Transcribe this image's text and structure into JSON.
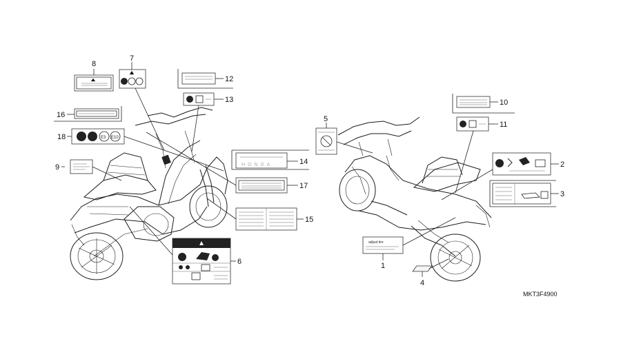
{
  "diagram_code": "MKT3F4900",
  "callouts": {
    "c1": "1",
    "c2": "2",
    "c3": "3",
    "c4": "4",
    "c5": "5",
    "c6": "6",
    "c7": "7",
    "c8": "8",
    "c9": "9",
    "c10": "10",
    "c11": "11",
    "c12": "12",
    "c13": "13",
    "c14": "14",
    "c15": "15",
    "c16": "16",
    "c17": "17",
    "c18": "18"
  },
  "label_text": {
    "label18_e3": "E3",
    "label18_e10": "E10",
    "label14_logo": "HONDA",
    "label1_heading": "adjust tire"
  }
}
